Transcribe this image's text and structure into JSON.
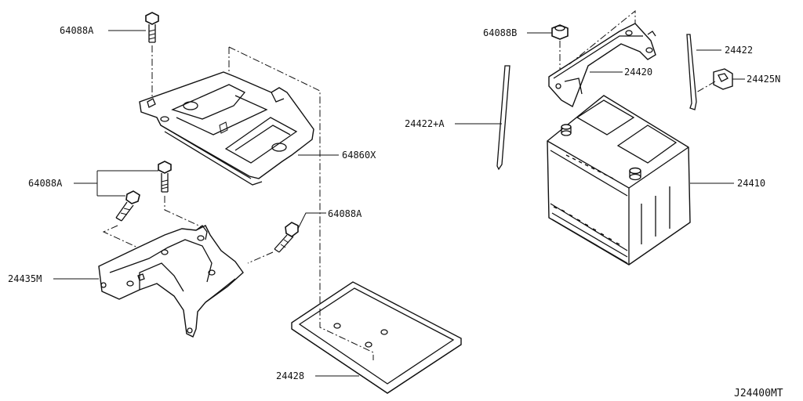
{
  "diagram": {
    "code": "J24400MT",
    "labels": {
      "bolt_top": "64088A",
      "bolts_left": "64088A",
      "bolt_right": "64088A",
      "nut_top": "64088B",
      "tray": "64860X",
      "bracket": "24435M",
      "mat": "24428",
      "clamp_bar": "24420",
      "rod": "24422",
      "rod_a": "24422+A",
      "clip": "24425N",
      "battery": "24410"
    }
  }
}
